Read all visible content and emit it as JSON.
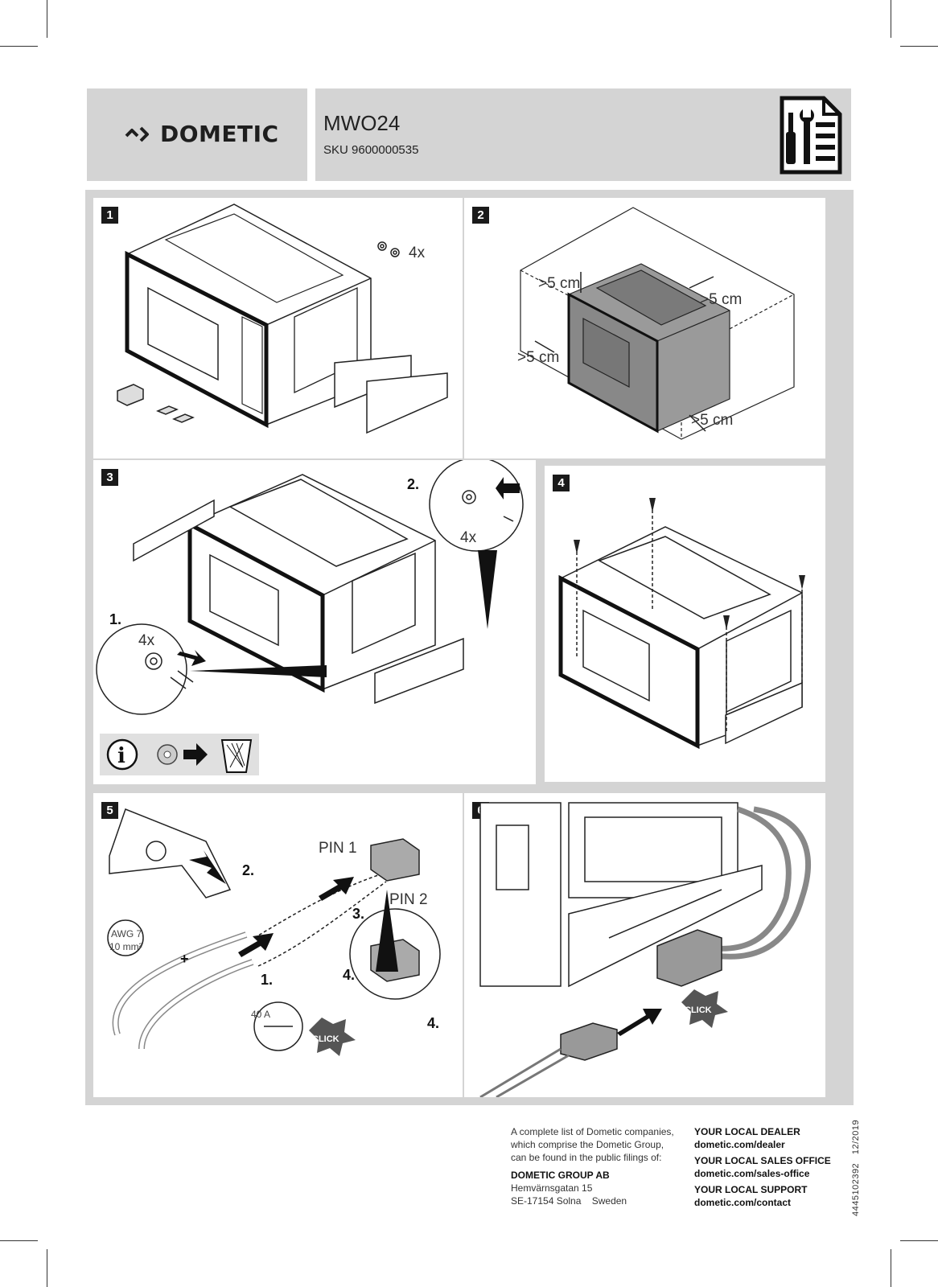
{
  "header": {
    "brand": "DOMETIC",
    "model": "MWO24",
    "sku": "SKU 9600000535"
  },
  "panels": [
    {
      "step": "1",
      "labels": {
        "qty": "4x"
      }
    },
    {
      "step": "2",
      "labels": {
        "clear_top": ">5 cm",
        "clear_back": ">5 cm",
        "clear_left": ">5 cm",
        "clear_right": ">5 cm"
      }
    },
    {
      "step": "3",
      "labels": {
        "sub1": "1.",
        "sub2": "2.",
        "qty_left": "4x",
        "qty_right": "4x"
      }
    },
    {
      "step": "4",
      "labels": {}
    },
    {
      "step": "5",
      "labels": {
        "awg_line1": "AWG 7",
        "awg_line2": "10 mm²",
        "plus": "+",
        "pin1": "PIN 1",
        "pin2": "PIN 2",
        "s1": "1.",
        "s2": "2.",
        "s3": "3.",
        "s4a": "4.",
        "s4b": "4.",
        "fuse": "40 A",
        "click": "CLICK"
      }
    },
    {
      "step": "6",
      "labels": {
        "click": "CLICK"
      }
    }
  ],
  "footer": {
    "intro": [
      "A complete list of Dometic companies,",
      "which comprise the Dometic Group,",
      "can be found in the public filings of:"
    ],
    "company": "DOMETIC GROUP AB",
    "address": [
      "Hemvärnsgatan 15",
      "SE-17154 Solna    Sweden"
    ],
    "dealer_title": "YOUR LOCAL DEALER",
    "dealer_url": "dometic.com/dealer",
    "sales_title": "YOUR LOCAL SALES OFFICE",
    "sales_url": "dometic.com/sales-office",
    "support_title": "YOUR LOCAL SUPPORT",
    "support_url": "dometic.com/contact",
    "doc_id": "4445102392   12/2019"
  }
}
